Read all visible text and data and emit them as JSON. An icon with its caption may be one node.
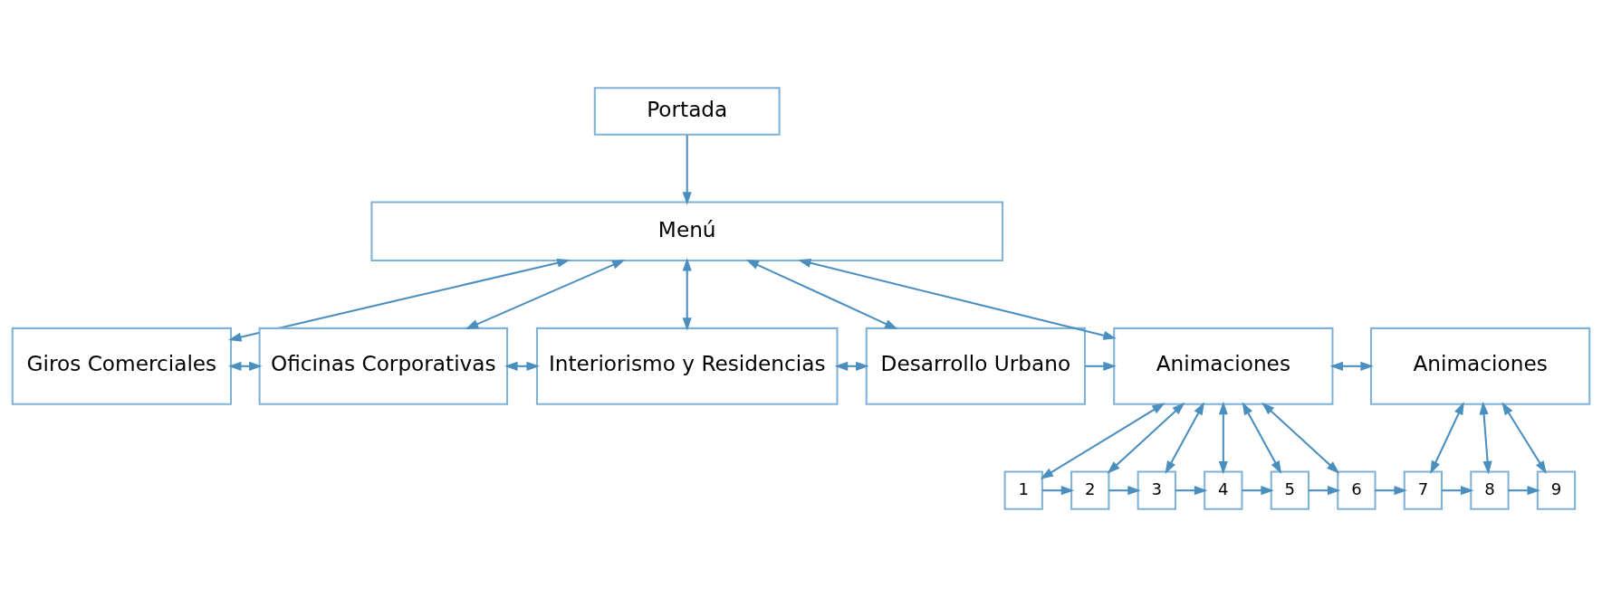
{
  "diagram": {
    "nodes": [
      {
        "text": [
          "Portada"
        ]
      },
      {
        "text": [
          "Menú"
        ]
      },
      {
        "text": [
          "Giros Comerciales"
        ]
      },
      {
        "text": [
          "Oficinas Corporativas"
        ]
      },
      {
        "text": [
          "Interiorismo y Residencias"
        ]
      },
      {
        "text": [
          "Desarrollo Urbano"
        ]
      },
      {
        "text": [
          "Animaciones"
        ]
      },
      {
        "text": [
          "Animaciones"
        ]
      },
      {
        "text": [
          "1"
        ]
      },
      {
        "text": [
          "2"
        ]
      },
      {
        "text": [
          "3"
        ]
      },
      {
        "text": [
          "4"
        ]
      },
      {
        "text": [
          "5"
        ]
      },
      {
        "text": [
          "6"
        ]
      },
      {
        "text": [
          "7"
        ]
      },
      {
        "text": [
          "8"
        ]
      },
      {
        "text": [
          "9"
        ]
      }
    ],
    "edges": [
      {
        "from": 0,
        "to": 1,
        "arrow": "to"
      },
      {
        "from": 1,
        "to": 2,
        "arrow": "both"
      },
      {
        "from": 1,
        "to": 3,
        "arrow": "both"
      },
      {
        "from": 1,
        "to": 4,
        "arrow": "both"
      },
      {
        "from": 1,
        "to": 5,
        "arrow": "both"
      },
      {
        "from": 1,
        "to": 6,
        "arrow": "both"
      },
      {
        "from": 2,
        "to": 3,
        "arrow": "both"
      },
      {
        "from": 3,
        "to": 4,
        "arrow": "both"
      },
      {
        "from": 4,
        "to": 5,
        "arrow": "both"
      },
      {
        "from": 5,
        "to": 6,
        "arrow": "to"
      },
      {
        "from": 6,
        "to": 7,
        "arrow": "both"
      },
      {
        "from": 6,
        "to": 8,
        "arrow": "both"
      },
      {
        "from": 6,
        "to": 9,
        "arrow": "both"
      },
      {
        "from": 6,
        "to": 10,
        "arrow": "both"
      },
      {
        "from": 6,
        "to": 11,
        "arrow": "both"
      },
      {
        "from": 6,
        "to": 12,
        "arrow": "both"
      },
      {
        "from": 6,
        "to": 13,
        "arrow": "both"
      },
      {
        "from": 7,
        "to": 14,
        "arrow": "both"
      },
      {
        "from": 7,
        "to": 15,
        "arrow": "both"
      },
      {
        "from": 7,
        "to": 16,
        "arrow": "both"
      },
      {
        "from": 8,
        "to": 9,
        "arrow": "to"
      },
      {
        "from": 9,
        "to": 10,
        "arrow": "to"
      },
      {
        "from": 10,
        "to": 11,
        "arrow": "to"
      },
      {
        "from": 11,
        "to": 12,
        "arrow": "to"
      },
      {
        "from": 12,
        "to": 13,
        "arrow": "to"
      },
      {
        "from": 13,
        "to": 14,
        "arrow": "to"
      },
      {
        "from": 14,
        "to": 15,
        "arrow": "to"
      },
      {
        "from": 15,
        "to": 16,
        "arrow": "to"
      }
    ]
  }
}
